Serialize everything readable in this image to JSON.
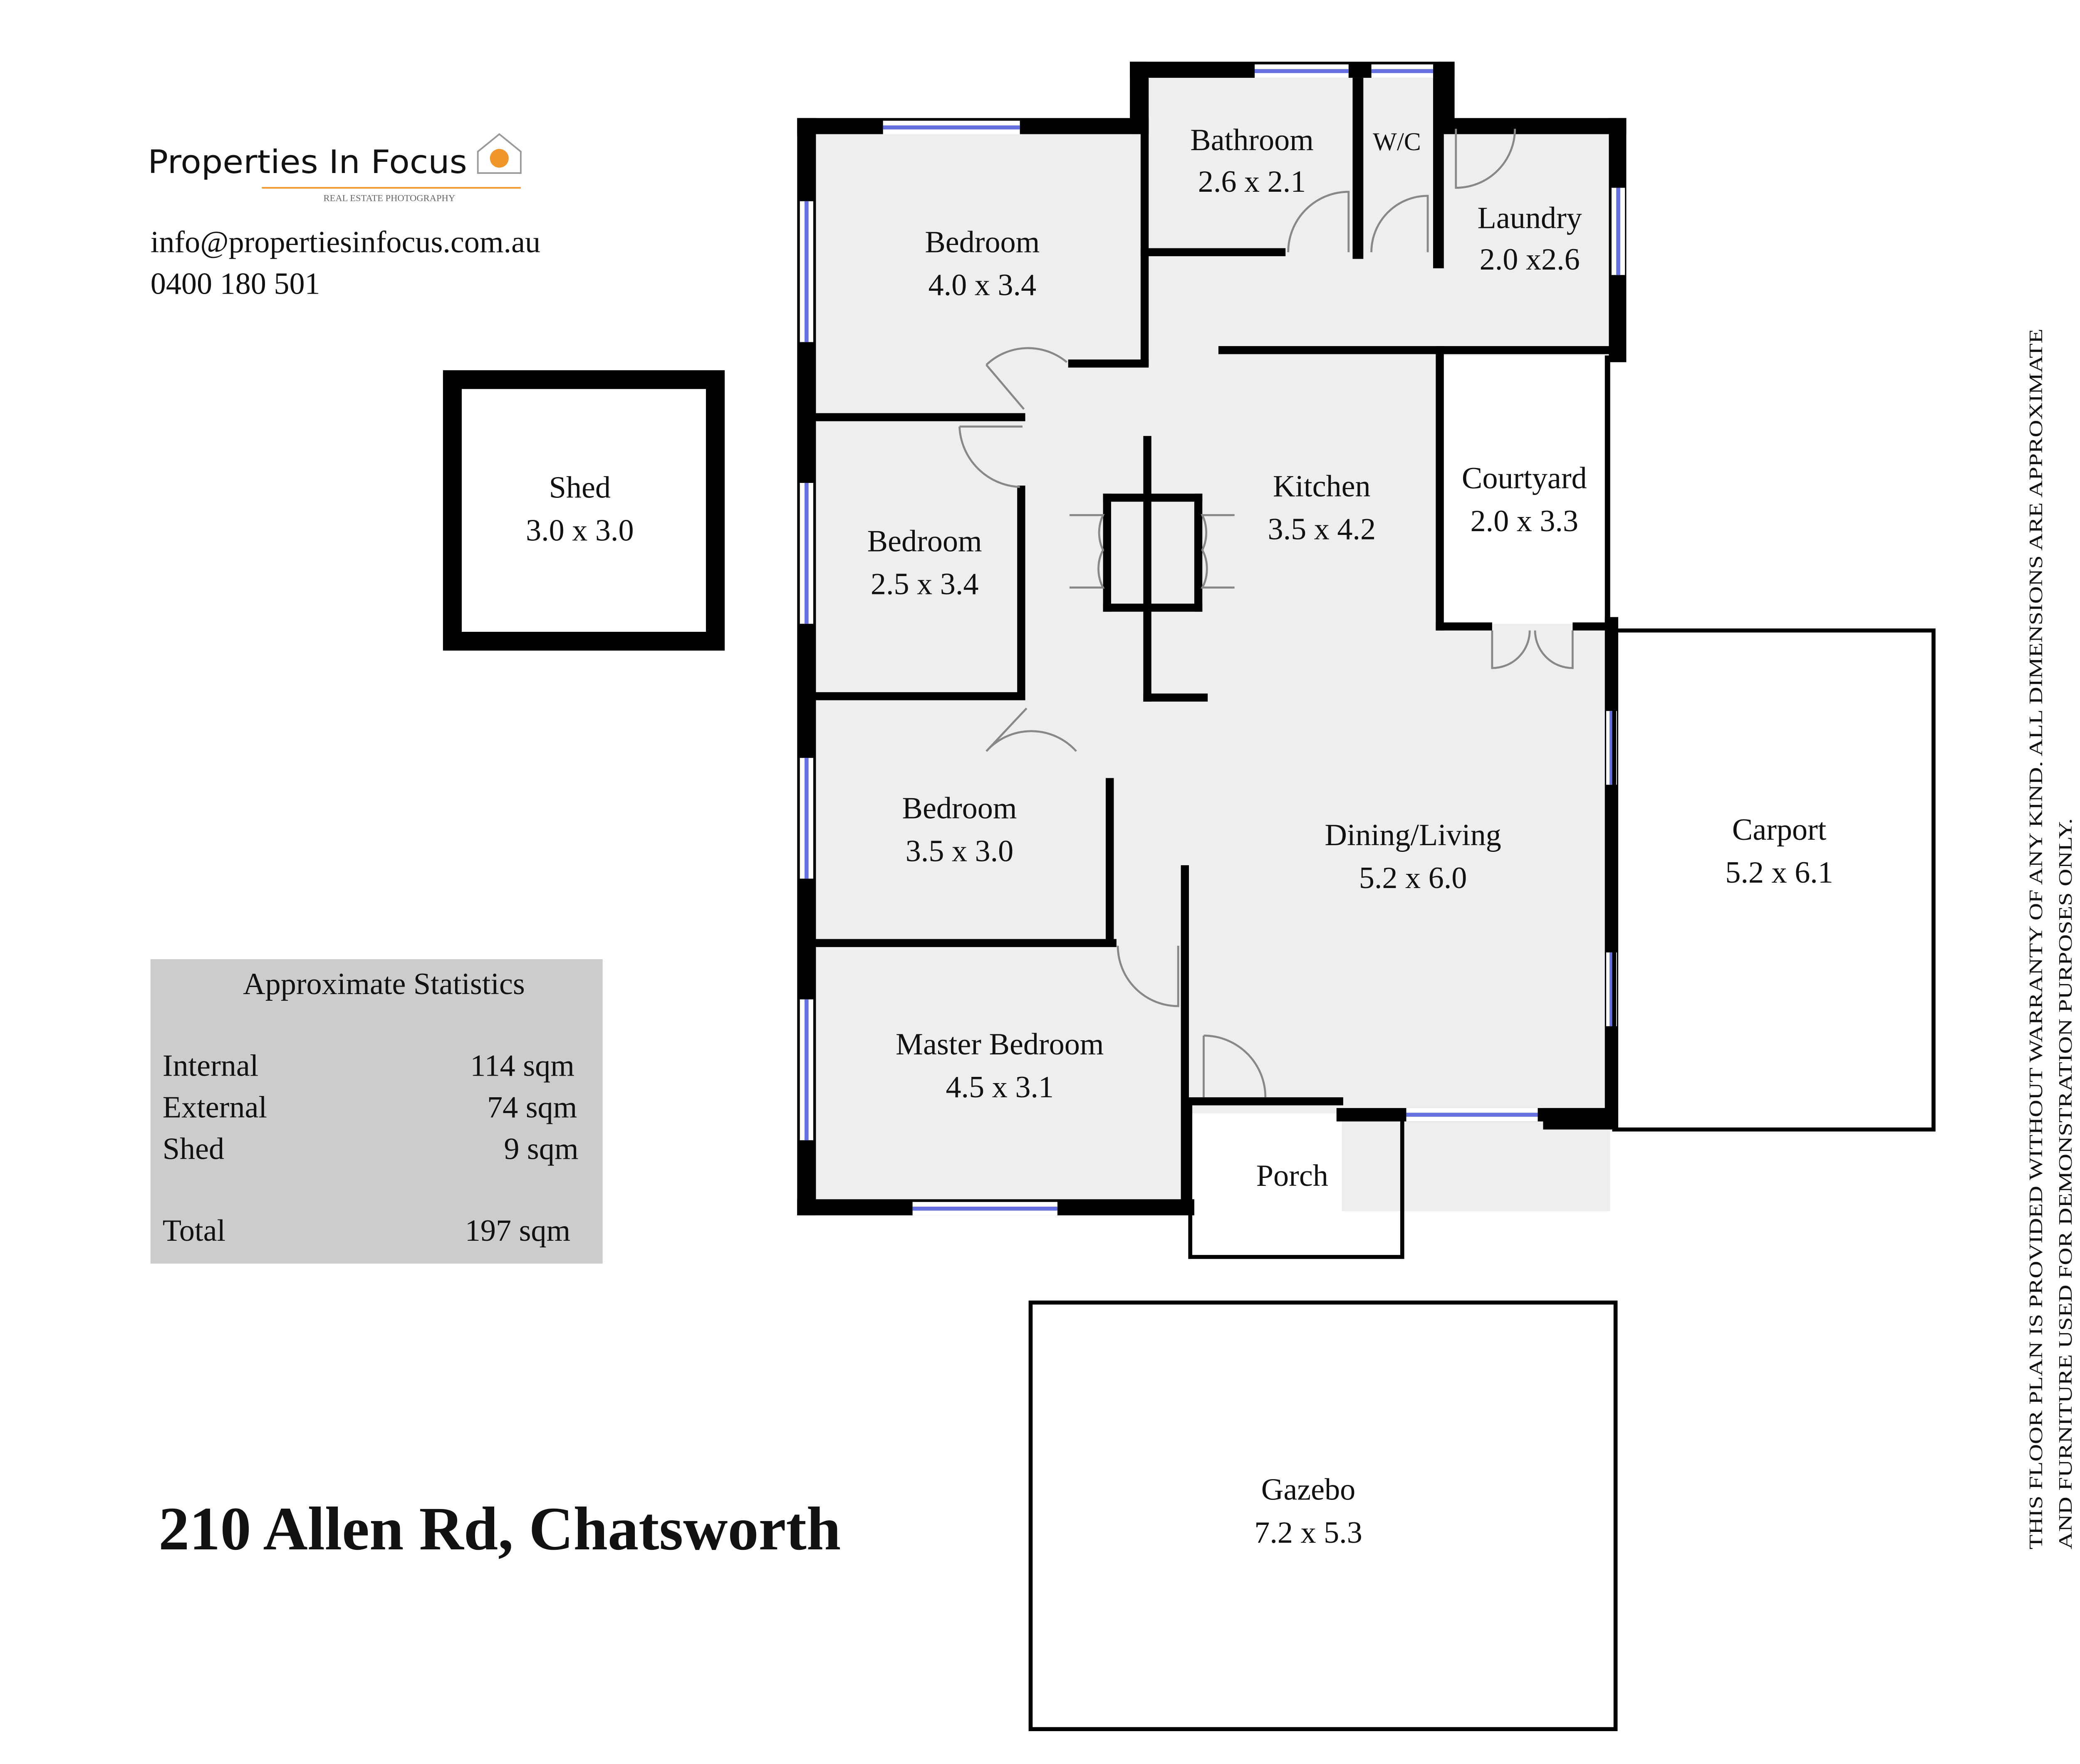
{
  "branding": {
    "logo_text": "Properties In Focus",
    "logo_subtitle": "REAL ESTATE PHOTOGRAPHY",
    "email": "info@propertiesinfocus.com.au",
    "phone": "0400 180 501",
    "accent_color": "#f0962a"
  },
  "address": "210 Allen Rd, Chatsworth",
  "disclaimer": {
    "line1": "THIS FLOOR PLAN IS PROVIDED WITHOUT WARRANTY OF ANY KIND. ALL DIMENSIONS ARE APPROXIMATE",
    "line2": "AND FURNITURE USED FOR DEMONSTRATION PURPOSES ONLY."
  },
  "statistics": {
    "title": "Approximate Statistics",
    "rows": [
      {
        "label": "Internal",
        "value": "114 sqm"
      },
      {
        "label": "External",
        "value": "74 sqm"
      },
      {
        "label": "Shed",
        "value": "9 sqm"
      }
    ],
    "total": {
      "label": "Total",
      "value": "197 sqm"
    }
  },
  "rooms": {
    "bathroom": {
      "name": "Bathroom",
      "dims": "2.6 x 2.1"
    },
    "wc": {
      "name": "W/C"
    },
    "laundry": {
      "name": "Laundry",
      "dims": "2.0 x2.6"
    },
    "bedroom1": {
      "name": "Bedroom",
      "dims": "4.0 x 3.4"
    },
    "bedroom2": {
      "name": "Bedroom",
      "dims": "2.5 x 3.4"
    },
    "bedroom3": {
      "name": "Bedroom",
      "dims": "3.5 x 3.0"
    },
    "master": {
      "name": "Master Bedroom",
      "dims": "4.5 x 3.1"
    },
    "kitchen": {
      "name": "Kitchen",
      "dims": "3.5 x 4.2"
    },
    "courtyard": {
      "name": "Courtyard",
      "dims": "2.0 x 3.3"
    },
    "dining": {
      "name": "Dining/Living",
      "dims": "5.2 x 6.0"
    },
    "carport": {
      "name": "Carport",
      "dims": "5.2 x 6.1"
    },
    "porch": {
      "name": "Porch"
    },
    "shed": {
      "name": "Shed",
      "dims": "3.0 x 3.0"
    },
    "gazebo": {
      "name": "Gazebo",
      "dims": "7.2 x 5.3"
    }
  }
}
